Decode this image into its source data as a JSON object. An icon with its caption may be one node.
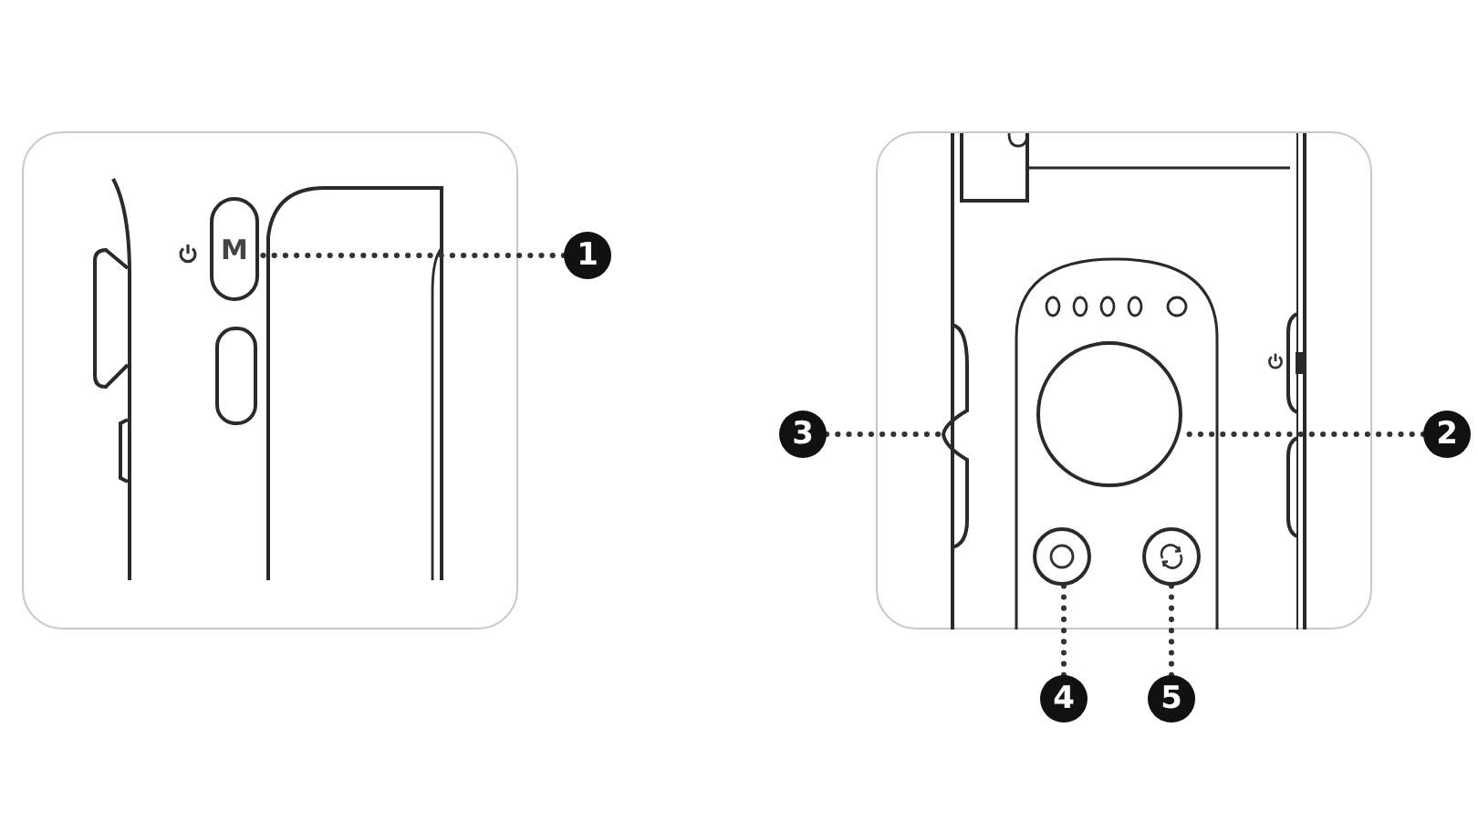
{
  "diagram": {
    "nodes": [
      {
        "text": [
          "1"
        ]
      },
      {
        "text": [
          "M"
        ]
      },
      {
        "text": [
          "2"
        ]
      },
      {
        "text": [],
        "shape": "circle"
      },
      {
        "text": [
          "3"
        ]
      },
      {
        "text": [],
        "shape": "bar"
      },
      {
        "text": [],
        "shape": "circle"
      },
      {
        "text": [],
        "shape": "circle"
      },
      {
        "text": [
          "4"
        ]
      },
      {
        "text": [
          "5"
        ]
      }
    ],
    "edges": [
      {
        "from": 0,
        "to": 1,
        "arrow": "none",
        "style": "dashed"
      },
      {
        "from": 2,
        "to": 3,
        "arrow": "none",
        "style": "dashed"
      },
      {
        "from": 4,
        "to": 5,
        "arrow": "none",
        "style": "dashed"
      },
      {
        "from": 8,
        "to": 6,
        "arrow": "none",
        "style": "dashed"
      },
      {
        "from": 9,
        "to": 7,
        "arrow": "none",
        "style": "dashed"
      }
    ]
  }
}
